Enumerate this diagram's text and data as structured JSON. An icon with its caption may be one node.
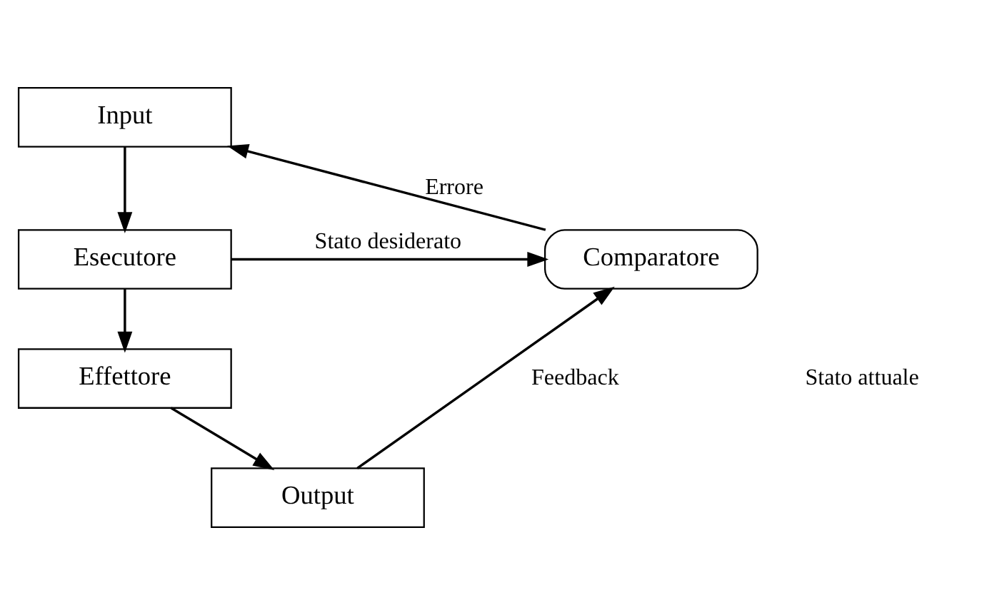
{
  "diagram": {
    "nodes": [
      {
        "text": [
          "Input"
        ]
      },
      {
        "text": [
          "Esecutore"
        ]
      },
      {
        "text": [
          "Effettore"
        ]
      },
      {
        "text": [
          "Output"
        ]
      },
      {
        "text": [
          "Comparatore"
        ]
      }
    ],
    "edges": [
      {
        "from": 0,
        "to": 1,
        "arrow": "to"
      },
      {
        "from": 1,
        "to": 2,
        "arrow": "to"
      },
      {
        "from": 2,
        "to": 3,
        "arrow": "to"
      },
      {
        "from": 1,
        "to": 4,
        "arrow": "to",
        "label": "Stato desiderato"
      },
      {
        "from": 3,
        "to": 4,
        "arrow": "to",
        "label": "Feedback"
      },
      {
        "from": 4,
        "to": 0,
        "arrow": "to",
        "label": "Errore"
      }
    ],
    "labels": [
      "Stato attuale"
    ]
  }
}
